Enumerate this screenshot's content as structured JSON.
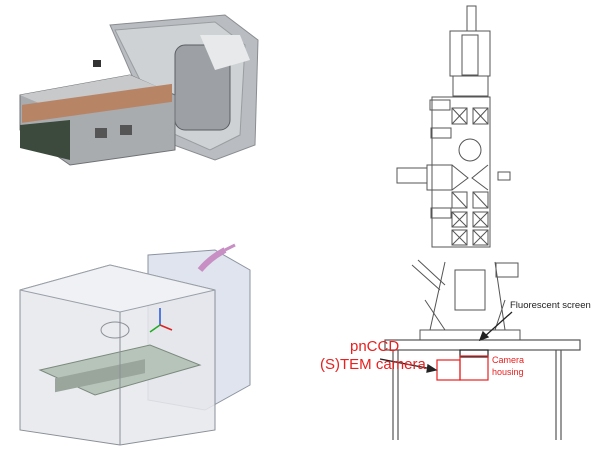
{
  "labels": {
    "fluorescent_screen": "Fluorescent screen",
    "pnccd_line1": "pnCCD",
    "pnccd_line2": "(S)TEM camera",
    "camera_housing_line1": "Camera",
    "camera_housing_line2": "housing"
  },
  "colors": {
    "annotation_red": "#e8201f",
    "line_gray": "#555555"
  }
}
